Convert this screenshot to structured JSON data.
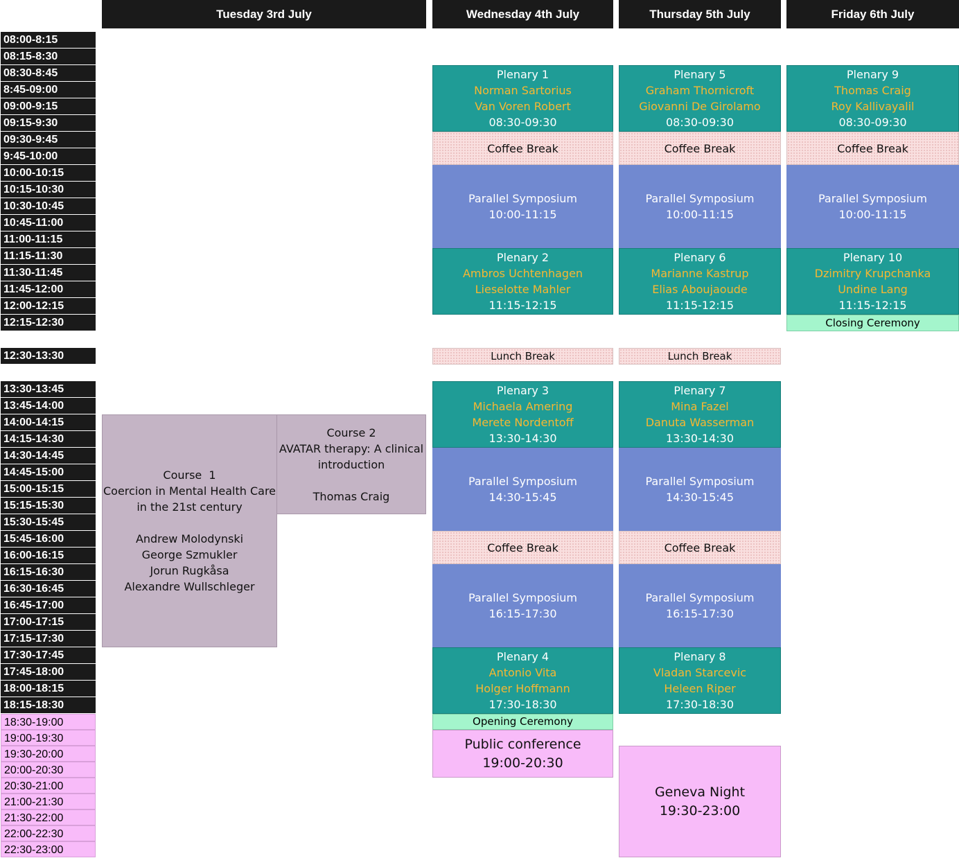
{
  "days": [
    "Tuesday 3rd July",
    "Wednesday 4th July",
    "Thursday 5th July",
    "Friday 6th July"
  ],
  "time_slots": [
    "08:00-8:15",
    "08:15-8:30",
    "08:30-8:45",
    "8:45-09:00",
    "09:00-9:15",
    "09:15-9:30",
    "09:30-9:45",
    "9:45-10:00",
    "10:00-10:15",
    "10:15-10:30",
    "10:30-10:45",
    "10:45-11:00",
    "11:00-11:15",
    "11:15-11:30",
    "11:30-11:45",
    "11:45-12:00",
    "12:00-12:15",
    "12:15-12:30",
    "12:30-13:30",
    "13:30-13:45",
    "13:45-14:00",
    "14:00-14:15",
    "14:15-14:30",
    "14:30-14:45",
    "14:45-15:00",
    "15:00-15:15",
    "15:15-15:30",
    "15:30-15:45",
    "15:45-16:00",
    "16:00-16:15",
    "16:15-16:30",
    "16:30-16:45",
    "16:45-17:00",
    "17:00-17:15",
    "17:15-17:30",
    "17:30-17:45",
    "17:45-18:00",
    "18:00-18:15",
    "18:15-18:30",
    "18:30-19:00",
    "19:00-19:30",
    "19:30-20:00",
    "20:00-20:30",
    "20:30-21:00",
    "21:00-21:30",
    "21:30-22:00",
    "22:00-22:30",
    "22:30-23:00"
  ],
  "plenaries": {
    "p1": {
      "title": "Plenary 1",
      "speakers": [
        "Norman Sartorius",
        "Van Voren Robert"
      ],
      "time": "08:30-09:30"
    },
    "p2": {
      "title": "Plenary 2",
      "speakers": [
        "Ambros Uchtenhagen",
        "Lieselotte Mahler"
      ],
      "time": "11:15-12:15"
    },
    "p3": {
      "title": "Plenary 3",
      "speakers": [
        "Michaela Amering",
        "Merete Nordentoff"
      ],
      "time": "13:30-14:30"
    },
    "p4": {
      "title": "Plenary 4",
      "speakers": [
        "Antonio Vita",
        "Holger Hoffmann"
      ],
      "time": "17:30-18:30"
    },
    "p5": {
      "title": "Plenary 5",
      "speakers": [
        "Graham Thornicroft",
        "Giovanni De Girolamo"
      ],
      "time": "08:30-09:30"
    },
    "p6": {
      "title": "Plenary 6",
      "speakers": [
        "Marianne Kastrup",
        "Elias Aboujaoude"
      ],
      "time": "11:15-12:15"
    },
    "p7": {
      "title": "Plenary 7",
      "speakers": [
        "Mina Fazel",
        "Danuta Wasserman"
      ],
      "time": "13:30-14:30"
    },
    "p8": {
      "title": "Plenary 8",
      "speakers": [
        "Vladan Starcevic",
        "Heleen Riper"
      ],
      "time": "17:30-18:30"
    },
    "p9": {
      "title": "Plenary 9",
      "speakers": [
        "Thomas Craig",
        "Roy Kallivayalil"
      ],
      "time": "08:30-09:30"
    },
    "p10": {
      "title": "Plenary 10",
      "speakers": [
        "Dzimitry Krupchanka",
        "Undine Lang"
      ],
      "time": "11:15-12:15"
    }
  },
  "labels": {
    "symposium": "Parallel Symposium",
    "coffee": "Coffee Break",
    "lunch": "Lunch Break",
    "closing": "Closing Ceremony",
    "opening": "Opening Ceremony",
    "public_conference": "Public conference",
    "geneva_night": "Geneva Night"
  },
  "times": {
    "symp_am": "10:00-11:15",
    "symp_pm1": "14:30-15:45",
    "symp_pm2": "16:15-17:30",
    "public_conference": "19:00-20:30",
    "geneva_night": "19:30-23:00"
  },
  "course1": {
    "title": "Course  1",
    "subtitle_1": "Coercion in Mental Health Care",
    "subtitle_2": "in the 21st century",
    "speakers": [
      "Andrew Molodynski",
      "George Szmukler",
      "Jorun Rugkåsa",
      "Alexandre Wullschleger"
    ]
  },
  "course2": {
    "title": "Course 2",
    "subtitle_1": "AVATAR therapy: A clinical",
    "subtitle_2": "introduction",
    "speaker": "Thomas Craig"
  },
  "colors": {
    "plenary": "#1f9c96",
    "speaker_text": "#f7b731",
    "symposium": "#7189d0",
    "coffee": "#f9dfdf",
    "ceremony": "#a4f5cc",
    "course": "#c4b4c5",
    "evening": "#f8bbf9",
    "header": "#1a1a1a"
  }
}
